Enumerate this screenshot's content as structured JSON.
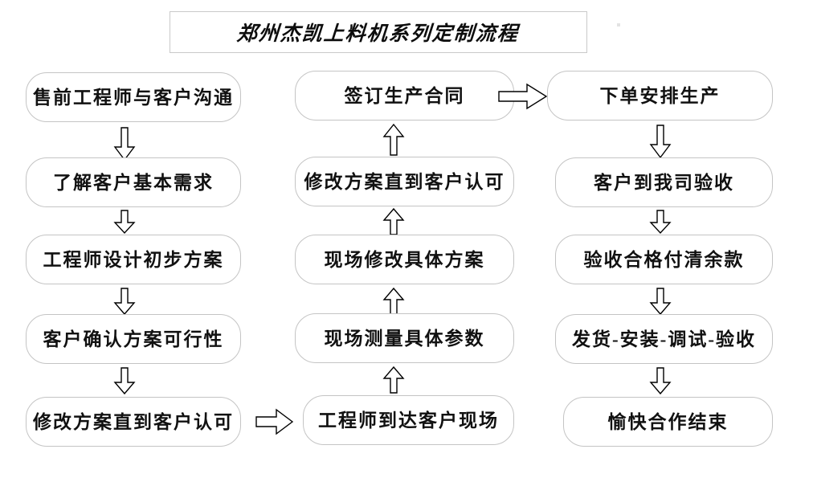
{
  "document": {
    "title": "郑州杰凯上料机系列定制流程",
    "type": "flowchart"
  },
  "chart_data": {
    "type": "diagram",
    "title": "郑州杰凯上料机系列定制流程",
    "columns": [
      {
        "name": "column-left",
        "direction": "down",
        "nodes": [
          "售前工程师与客户沟通",
          "了解客户基本需求",
          "工程师设计初步方案",
          "客户确认方案可行性",
          "修改方案直到客户认可"
        ]
      },
      {
        "name": "column-middle",
        "direction": "up",
        "nodes": [
          "签订生产合同",
          "修改方案直到客户认可",
          "现场修改具体方案",
          "现场测量具体参数",
          "工程师到达客户现场"
        ]
      },
      {
        "name": "column-right",
        "direction": "down",
        "nodes": [
          "下单安排生产",
          "客户到我司验收",
          "验收合格付清余款",
          "发货-安装-调试-验收",
          "愉快合作结束"
        ]
      }
    ],
    "connectors": [
      {
        "name": "left-1-2",
        "shape": "block-arrow",
        "direction": "down"
      },
      {
        "name": "left-2-3",
        "shape": "block-arrow",
        "direction": "down"
      },
      {
        "name": "left-3-4",
        "shape": "block-arrow",
        "direction": "down"
      },
      {
        "name": "left-4-5",
        "shape": "block-arrow",
        "direction": "down"
      },
      {
        "name": "left-to-middle",
        "shape": "block-arrow",
        "direction": "right"
      },
      {
        "name": "middle-5-4",
        "shape": "block-arrow",
        "direction": "up"
      },
      {
        "name": "middle-4-3",
        "shape": "block-arrow",
        "direction": "up"
      },
      {
        "name": "middle-3-2",
        "shape": "block-arrow",
        "direction": "up"
      },
      {
        "name": "middle-2-1",
        "shape": "block-arrow",
        "direction": "up"
      },
      {
        "name": "middle-to-right",
        "shape": "block-arrow",
        "direction": "right"
      },
      {
        "name": "right-1-2",
        "shape": "block-arrow",
        "direction": "down"
      },
      {
        "name": "right-2-3",
        "shape": "block-arrow",
        "direction": "down"
      },
      {
        "name": "right-3-4",
        "shape": "block-arrow",
        "direction": "down"
      },
      {
        "name": "right-4-5",
        "shape": "block-arrow",
        "direction": "down"
      }
    ],
    "colors": {
      "background": "#ffffff",
      "node_border": "#c4c4c4",
      "node_fill": "#ffffff",
      "text": "#111111",
      "arrow_stroke": "#000000",
      "title_border": "#c9c9c9"
    }
  },
  "nodes": {
    "left": {
      "n1": "售前工程师与客户沟通",
      "n2": "了解客户基本需求",
      "n3": "工程师设计初步方案",
      "n4": "客户确认方案可行性",
      "n5": "修改方案直到客户认可"
    },
    "middle": {
      "n1": "签订生产合同",
      "n2": "修改方案直到客户认可",
      "n3": "现场修改具体方案",
      "n4": "现场测量具体参数",
      "n5": "工程师到达客户现场"
    },
    "right": {
      "n1": "下单安排生产",
      "n2": "客户到我司验收",
      "n3": "验收合格付清余款",
      "n4": "发货-安装-调试-验收",
      "n5": "愉快合作结束"
    }
  }
}
